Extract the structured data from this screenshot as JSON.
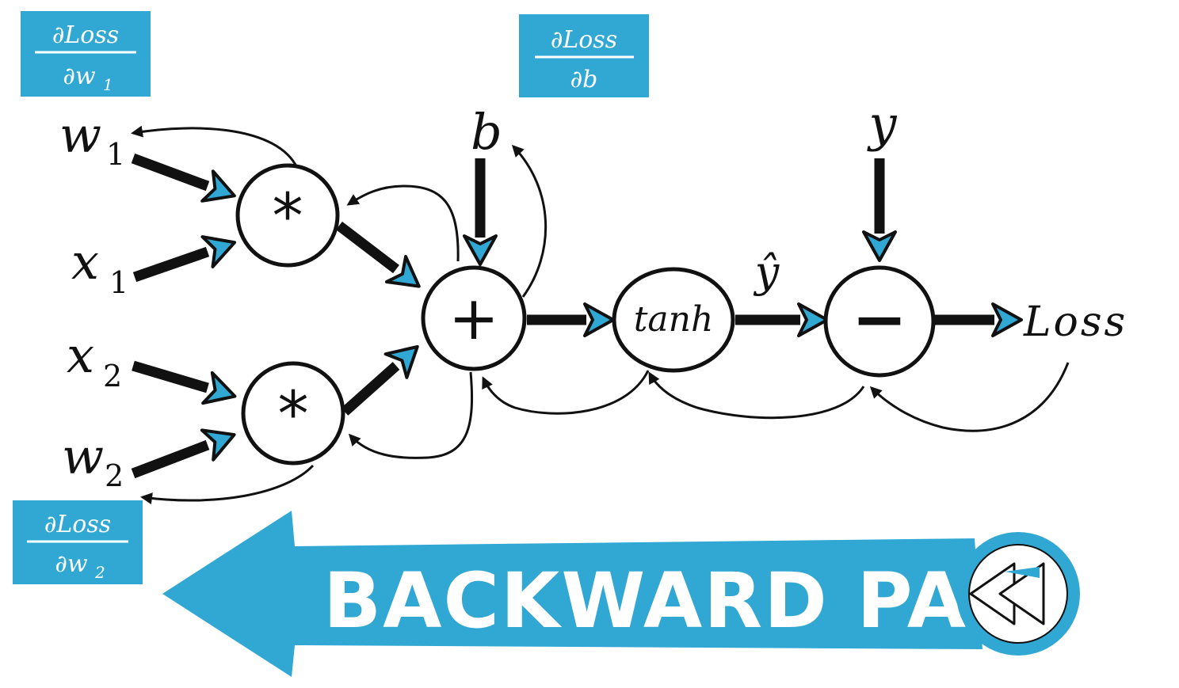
{
  "colors": {
    "accent": "#31a8d4",
    "ink": "#111111",
    "banner_text": "#ffffff"
  },
  "inputs": {
    "w1": {
      "base": "w",
      "sub": "1"
    },
    "x1": {
      "base": "x",
      "sub": "1"
    },
    "x2": {
      "base": "x",
      "sub": "2"
    },
    "w2": {
      "base": "w",
      "sub": "2"
    },
    "b": "b",
    "y": "y",
    "y_hat": "ŷ"
  },
  "nodes": {
    "mul_top": "*",
    "mul_bottom": "*",
    "add": "+",
    "tanh": "tanh",
    "sub": "−"
  },
  "output": "Loss",
  "gradient_boxes": {
    "w1": {
      "numerator": "∂Loss",
      "denominator": "∂w",
      "denominator_sub": "1"
    },
    "b": {
      "numerator": "∂Loss",
      "denominator": "∂b",
      "denominator_sub": ""
    },
    "w2": {
      "numerator": "∂Loss",
      "denominator": "∂w",
      "denominator_sub": "2"
    }
  },
  "banner": {
    "label": "BACKWARD PASS",
    "icon": "rewind-icon"
  }
}
